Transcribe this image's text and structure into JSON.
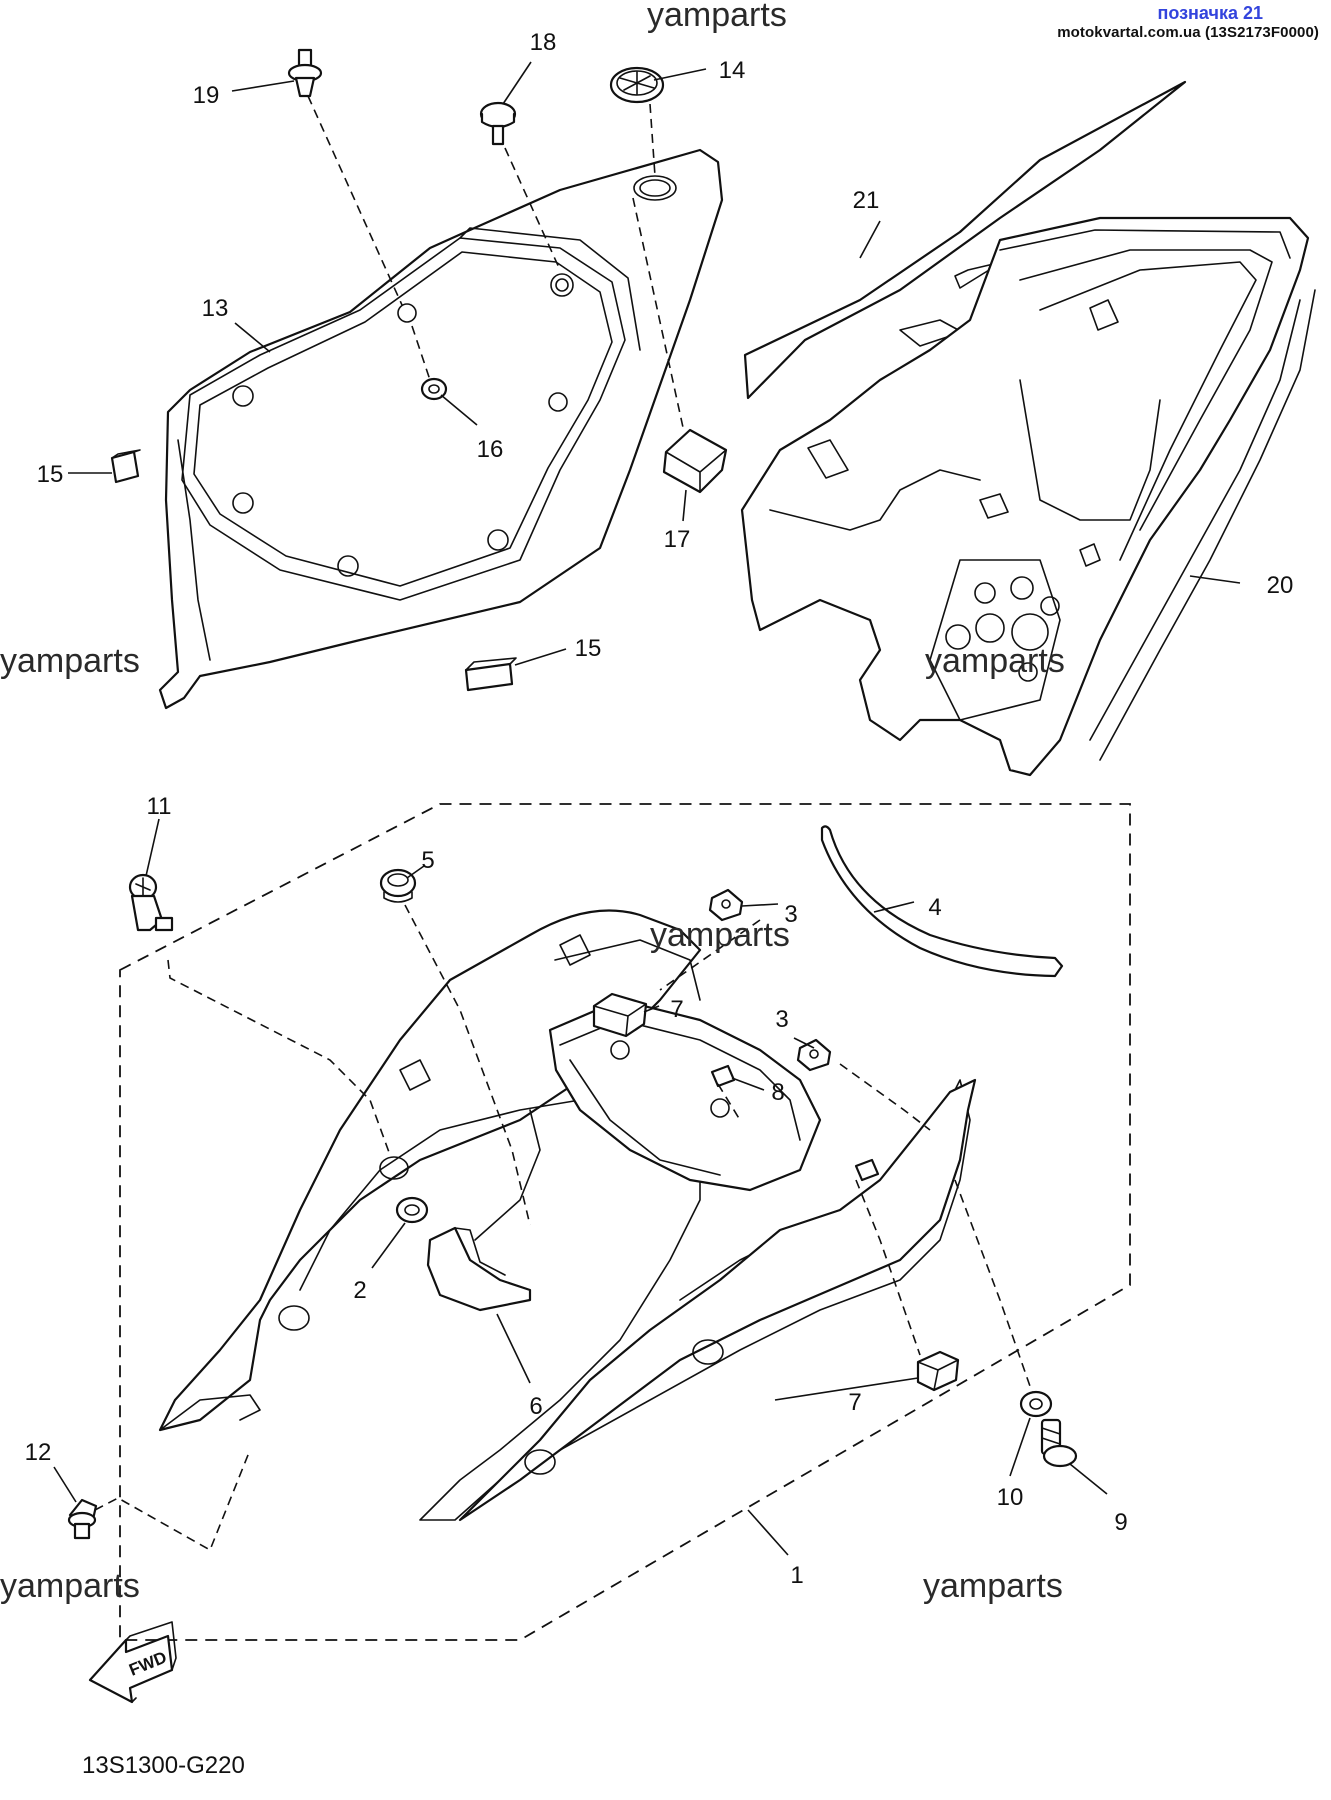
{
  "header": {
    "title": "позначка 21",
    "subtitle": "motokvartal.com.ua (13S2173F0000)"
  },
  "watermark": "yamparts",
  "diagram_code": "13S1300-G220",
  "fwd_label": "FWD",
  "callouts": [
    "1",
    "2",
    "3",
    "3",
    "4",
    "5",
    "6",
    "7",
    "7",
    "8",
    "9",
    "10",
    "11",
    "12",
    "13",
    "14",
    "15",
    "15",
    "16",
    "17",
    "18",
    "19",
    "20",
    "21"
  ]
}
